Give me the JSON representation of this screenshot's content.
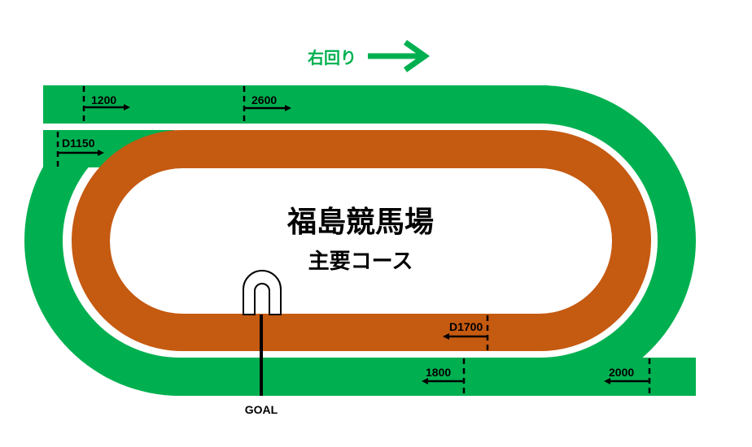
{
  "title": "福島競馬場",
  "subtitle": "主要コース",
  "direction": "右回り",
  "goal_label": "GOAL",
  "colors": {
    "turf": "#00b050",
    "dirt": "#c55a11",
    "background": "#ffffff"
  },
  "markers": {
    "m1200": "1200",
    "m2600": "2600",
    "d1150": "D1150",
    "d1700": "D1700",
    "m1800": "1800",
    "m2000": "2000"
  }
}
